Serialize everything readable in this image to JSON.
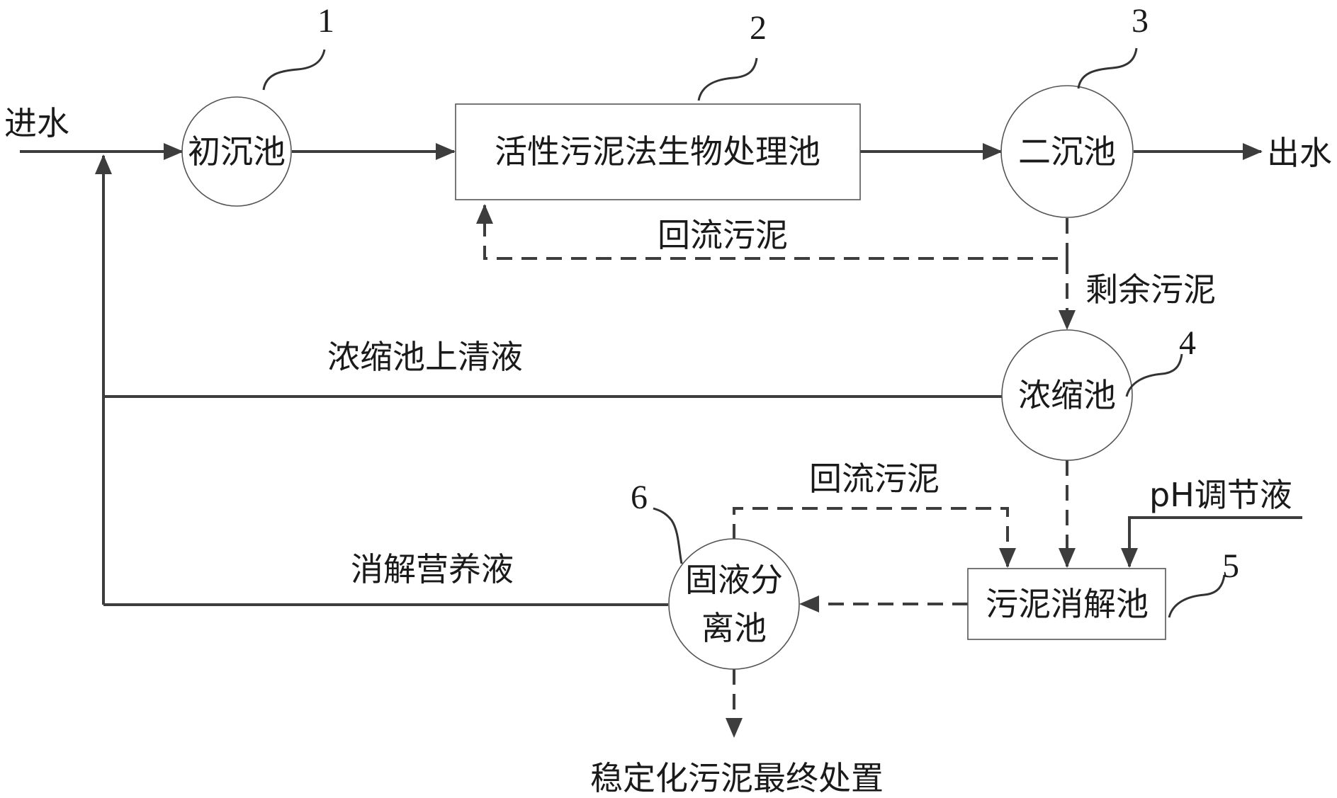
{
  "units": {
    "primary_clarifier": {
      "label": "初沉池",
      "number": "1"
    },
    "activated_sludge_tank": {
      "label": "活性污泥法生物处理池",
      "number": "2"
    },
    "secondary_clarifier": {
      "label": "二沉池",
      "number": "3"
    },
    "thickener": {
      "label": "浓缩池",
      "number": "4"
    },
    "sludge_digestion_tank": {
      "label": "污泥消解池",
      "number": "5"
    },
    "solid_liquid_separator": {
      "label_line1": "固液分",
      "label_line2": "离池",
      "number": "6"
    }
  },
  "flows": {
    "influent": "进水",
    "effluent": "出水",
    "return_sludge_top": "回流污泥",
    "excess_sludge": "剩余污泥",
    "thickener_supernatant": "浓缩池上清液",
    "return_sludge_bottom": "回流污泥",
    "ph_adjust_solution": "pH调节液",
    "digestion_nutrient_solution": "消解营养液",
    "final_disposal": "稳定化污泥最终处置"
  }
}
